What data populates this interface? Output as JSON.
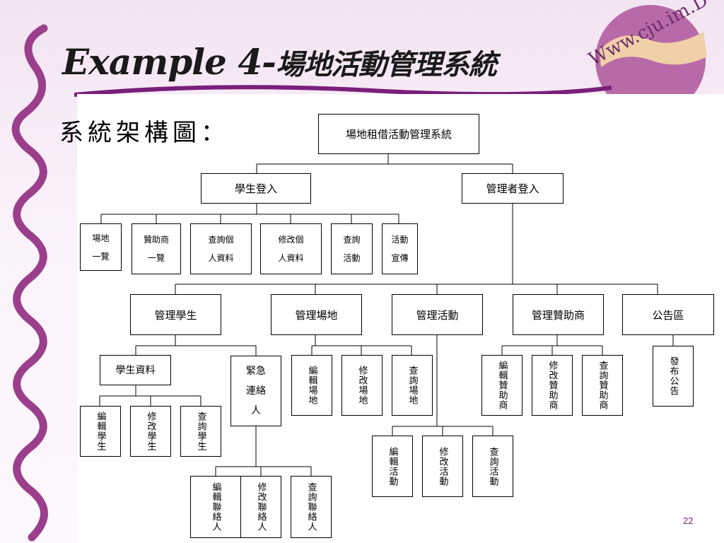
{
  "title": {
    "prefix": "Example 4-",
    "main": "場地活動管理系統"
  },
  "architecture_label": "系統架構圖：",
  "logo": {
    "url_text": "Www.cju.im.D"
  },
  "page_number": "22",
  "nodes": {
    "root": "場地租借活動管理系統",
    "student_login": "學生登入",
    "admin_login": "管理者登入",
    "venue_list": "場地\n一覽",
    "sponsor_list": "贊助商\n一覽",
    "query_personal": "查詢個\n人資料",
    "modify_personal": "修改個\n人資料",
    "query_activity": "查詢\n活動",
    "activity_promo": "活動\n宣傳",
    "manage_student": "管理學生",
    "manage_venue": "管理場地",
    "manage_activity": "管理活動",
    "manage_sponsor": "管理贊助商",
    "bulletin": "公告區",
    "student_data": "學生資料",
    "emergency_contact": "緊急\n連絡\n人",
    "edit_student": "編輯學生",
    "modify_student": "修改學生",
    "query_student": "查詢學生",
    "edit_contact": "編輯聯絡人",
    "modify_contact": "修改聯絡人",
    "query_contact": "查詢聯絡人",
    "edit_venue": "編輯場地",
    "modify_venue": "修改場地",
    "query_venue": "查詢場地",
    "edit_activity": "編輯活動",
    "modify_activity": "修改活動",
    "query_activity2": "查詢活動",
    "edit_sponsor": "編輯贊助商",
    "modify_sponsor": "修改贊助商",
    "query_sponsor": "查詢贊助商",
    "publish_notice": "發布公告"
  }
}
